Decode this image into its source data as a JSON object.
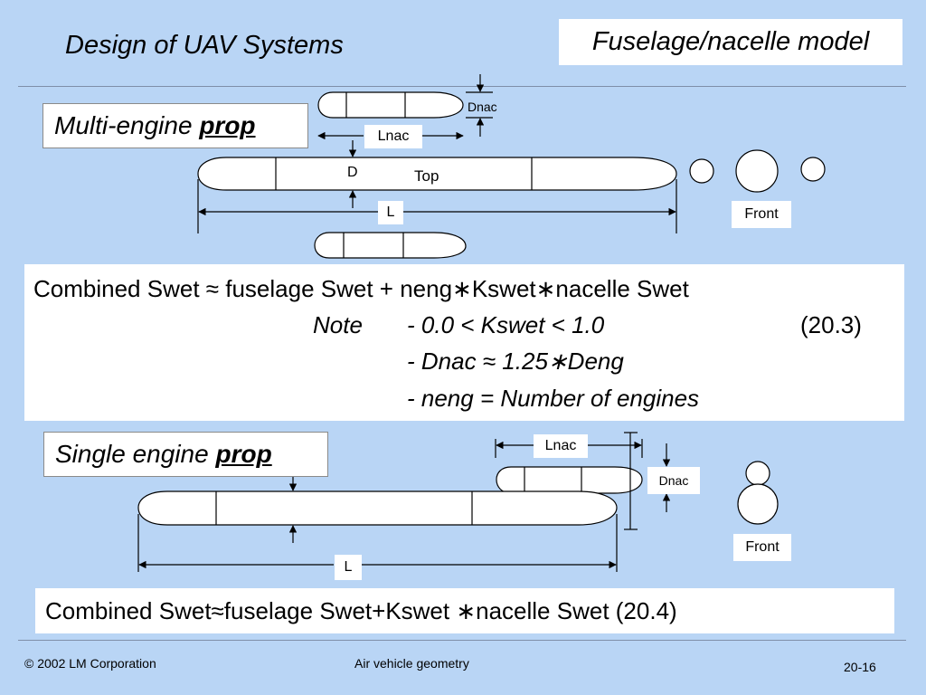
{
  "header": {
    "title": "Design of UAV Systems",
    "topic": "Fuselage/nacelle model"
  },
  "multi": {
    "label_normal": "Multi-engine ",
    "label_bold": "prop",
    "labels": {
      "lnac": "Lnac",
      "dnac": "Dnac",
      "d": "D",
      "top": "Top",
      "l": "L",
      "front": "Front"
    },
    "formula": {
      "line1": "Combined Swet ≈  fuselage Swet + neng∗Kswet∗nacelle Swet",
      "note": "Note",
      "item1": "- 0.0 < Kswet < 1.0",
      "eq": "(20.3)",
      "item2": "- Dnac ≈ 1.25∗Deng",
      "item3": "- neng = Number of engines"
    }
  },
  "single": {
    "label_normal": "Single engine ",
    "label_bold": "prop",
    "labels": {
      "lnac": "Lnac",
      "dnac": "Dnac",
      "l": "L",
      "front": "Front"
    },
    "formula": "Combined Swet≈fuselage Swet+Kswet ∗nacelle  Swet (20.4)"
  },
  "footer": {
    "copyright": "© 2002 LM Corporation",
    "center": "Air vehicle geometry",
    "page": "20-16"
  },
  "colors": {
    "background": "#b9d5f5",
    "panel": "#ffffff",
    "stroke": "#000000"
  }
}
